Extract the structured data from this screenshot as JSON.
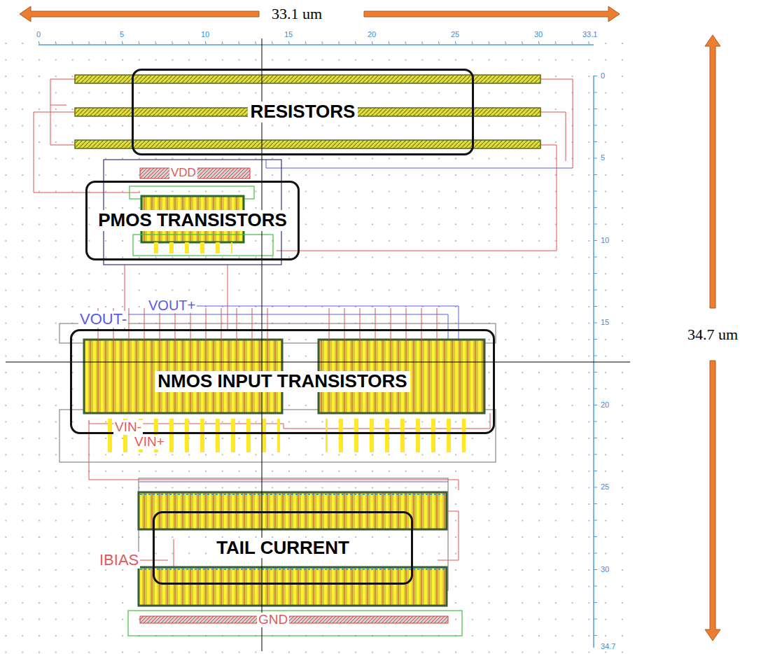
{
  "diagram": {
    "nodes": [
      {
        "text": [
          "RESISTORS"
        ]
      },
      {
        "text": [
          "PMOS TRANSISTORS"
        ]
      },
      {
        "text": [
          "NMOS INPUT TRANSISTORS"
        ]
      },
      {
        "text": [
          "TAIL CURRENT"
        ]
      }
    ],
    "labels": [
      "33.1 um",
      "34.7 um",
      "0",
      "5",
      "10",
      "15",
      "20",
      "25",
      "30",
      "33.1",
      "0",
      "5",
      "10",
      "15",
      "20",
      "25",
      "30",
      "34.7",
      "VDD",
      "VOUT-",
      "VOUT+",
      "VIN-",
      "VIN+",
      "IBIAS",
      "GND"
    ]
  }
}
